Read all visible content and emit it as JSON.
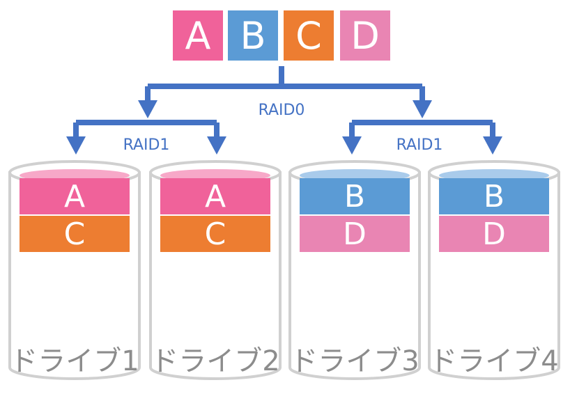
{
  "colors": {
    "a": "#f0629a",
    "b": "#5b9bd5",
    "c": "#ed7d31",
    "d": "#e985b3",
    "arrow": "#4472c4",
    "label": "#4472c4",
    "drive_text": "#8c8c8c"
  },
  "top_blocks": [
    {
      "letter": "A",
      "color": "#f0629a"
    },
    {
      "letter": "B",
      "color": "#5b9bd5"
    },
    {
      "letter": "C",
      "color": "#ed7d31"
    },
    {
      "letter": "D",
      "color": "#e985b3"
    }
  ],
  "labels": {
    "raid0": "RAID0",
    "raid1_left": "RAID1",
    "raid1_right": "RAID1"
  },
  "drives": [
    {
      "label": "ドライブ1",
      "top": "A",
      "bottom": "C",
      "top_color": "#f0629a",
      "bottom_color": "#ed7d31"
    },
    {
      "label": "ドライブ2",
      "top": "A",
      "bottom": "C",
      "top_color": "#f0629a",
      "bottom_color": "#ed7d31"
    },
    {
      "label": "ドライブ3",
      "top": "B",
      "bottom": "D",
      "top_color": "#5b9bd5",
      "bottom_color": "#e985b3"
    },
    {
      "label": "ドライブ4",
      "top": "B",
      "bottom": "D",
      "top_color": "#5b9bd5",
      "bottom_color": "#e985b3"
    }
  ]
}
